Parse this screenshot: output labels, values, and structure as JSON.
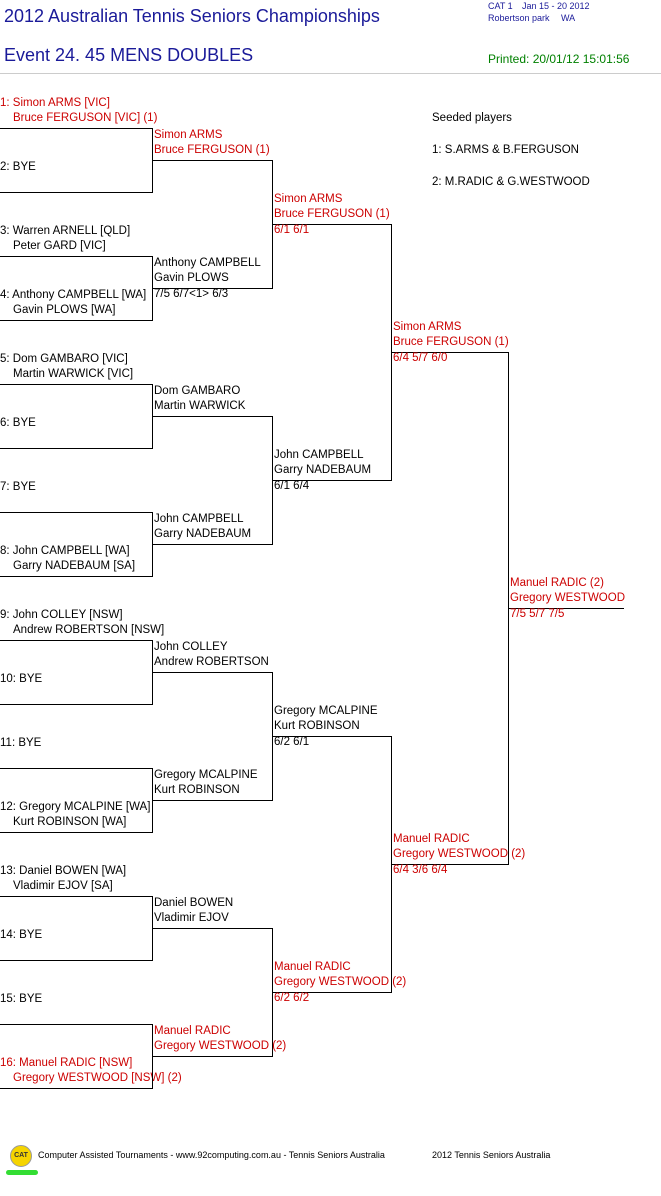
{
  "header": {
    "title": "2012 Australian Tennis Seniors Championships",
    "event": "Event 24. 45 MENS DOUBLES",
    "cat": "CAT 1",
    "dates": "Jan 15 - 20 2012",
    "venue": "Robertson park",
    "state": "WA",
    "printed": "Printed: 20/01/12 15:01:56"
  },
  "seeded": {
    "title": "Seeded players",
    "items": [
      "1: S.ARMS & B.FERGUSON",
      "2: M.RADIC & G.WESTWOOD"
    ]
  },
  "round1": [
    {
      "a": "1: Simon ARMS [VIC]",
      "b": "Bruce FERGUSON [VIC] (1)",
      "color": "#cc0000"
    },
    {
      "a": "2: BYE",
      "b": "",
      "color": "#000000"
    },
    {
      "a": "3: Warren ARNELL [QLD]",
      "b": "Peter GARD [VIC]",
      "color": "#000000"
    },
    {
      "a": "4: Anthony CAMPBELL [WA]",
      "b": "Gavin PLOWS [WA]",
      "color": "#000000"
    },
    {
      "a": "5: Dom GAMBARO [VIC]",
      "b": "Martin WARWICK [VIC]",
      "color": "#000000"
    },
    {
      "a": "6: BYE",
      "b": "",
      "color": "#000000"
    },
    {
      "a": "7: BYE",
      "b": "",
      "color": "#000000"
    },
    {
      "a": "8: John CAMPBELL [WA]",
      "b": "Garry NADEBAUM [SA]",
      "color": "#000000"
    },
    {
      "a": "9: John COLLEY [NSW]",
      "b": "Andrew ROBERTSON [NSW]",
      "color": "#000000"
    },
    {
      "a": "10: BYE",
      "b": "",
      "color": "#000000"
    },
    {
      "a": "11: BYE",
      "b": "",
      "color": "#000000"
    },
    {
      "a": "12: Gregory MCALPINE [WA]",
      "b": "Kurt ROBINSON [WA]",
      "color": "#000000"
    },
    {
      "a": "13: Daniel BOWEN [WA]",
      "b": "Vladimir EJOV [SA]",
      "color": "#000000"
    },
    {
      "a": "14: BYE",
      "b": "",
      "color": "#000000"
    },
    {
      "a": "15: BYE",
      "b": "",
      "color": "#000000"
    },
    {
      "a": "16: Manuel RADIC [NSW]",
      "b": "Gregory WESTWOOD [NSW] (2)",
      "color": "#cc0000"
    }
  ],
  "round2": [
    {
      "a": "Simon ARMS",
      "b": "Bruce FERGUSON (1)",
      "score": "",
      "color": "#cc0000"
    },
    {
      "a": "Anthony CAMPBELL",
      "b": "Gavin PLOWS",
      "score": "7/5 6/7<1> 6/3",
      "color": "#000000"
    },
    {
      "a": "Dom GAMBARO",
      "b": "Martin WARWICK",
      "score": "",
      "color": "#000000"
    },
    {
      "a": "John CAMPBELL",
      "b": "Garry NADEBAUM",
      "score": "",
      "color": "#000000"
    },
    {
      "a": "John COLLEY",
      "b": "Andrew ROBERTSON",
      "score": "",
      "color": "#000000"
    },
    {
      "a": "Gregory MCALPINE",
      "b": "Kurt ROBINSON",
      "score": "",
      "color": "#000000"
    },
    {
      "a": "Daniel BOWEN",
      "b": "Vladimir EJOV",
      "score": "",
      "color": "#000000"
    },
    {
      "a": "Manuel RADIC",
      "b": "Gregory WESTWOOD (2)",
      "score": "",
      "color": "#cc0000"
    }
  ],
  "round3": [
    {
      "a": "Simon ARMS",
      "b": "Bruce FERGUSON (1)",
      "score": "6/1 6/1",
      "color": "#cc0000"
    },
    {
      "a": "John CAMPBELL",
      "b": "Garry NADEBAUM",
      "score": "6/1 6/4",
      "color": "#000000"
    },
    {
      "a": "Gregory MCALPINE",
      "b": "Kurt ROBINSON",
      "score": "6/2 6/1",
      "color": "#000000"
    },
    {
      "a": "Manuel RADIC",
      "b": "Gregory WESTWOOD (2)",
      "score": "6/2 6/2",
      "color": "#cc0000"
    }
  ],
  "round4": [
    {
      "a": "Simon ARMS",
      "b": "Bruce FERGUSON (1)",
      "score": "6/4 5/7 6/0",
      "color": "#cc0000"
    },
    {
      "a": "Manuel RADIC",
      "b": "Gregory WESTWOOD (2)",
      "score": "6/4 3/6 6/4",
      "color": "#cc0000"
    }
  ],
  "final": {
    "a": "Manuel RADIC (2)",
    "b": "Gregory WESTWOOD",
    "score": "7/5 5/7 7/5",
    "color": "#cc0000"
  },
  "footer": {
    "logo": "CAT",
    "left": "Computer Assisted Tournaments - www.92computing.com.au -  Tennis Seniors Australia",
    "right": "2012 Tennis Seniors Australia"
  }
}
